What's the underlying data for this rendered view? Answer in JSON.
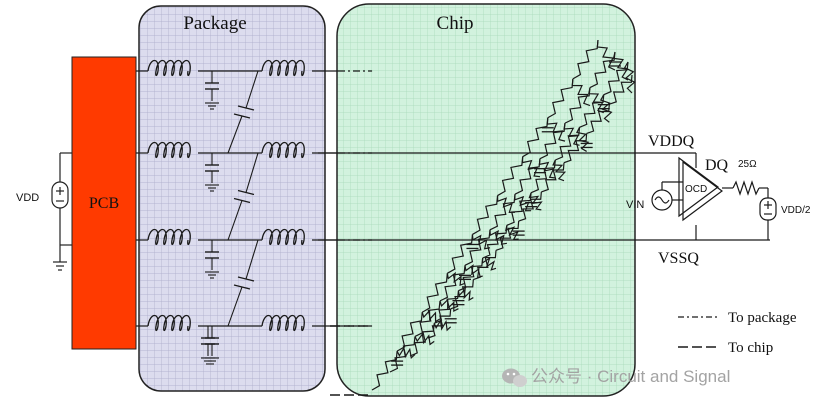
{
  "blocks": {
    "package": "Package",
    "chip": "Chip",
    "pcb": "PCB"
  },
  "labels": {
    "vdd": "VDD",
    "vddq": "VDDQ",
    "vssq": "VSSQ",
    "dq": "DQ",
    "resistor": "25Ω",
    "vin": "VIN",
    "ocd": "OCD",
    "vdd_half": "VDD/2"
  },
  "legend": {
    "to_package": "To package",
    "to_chip": "To chip"
  },
  "watermark": {
    "text": "公众号 · Circuit and Signal"
  },
  "colors": {
    "pcb": "#ff3a00",
    "package_fill": "#dcdcee",
    "chip_fill": "#d2f2de",
    "wire": "#1a1a1a"
  }
}
